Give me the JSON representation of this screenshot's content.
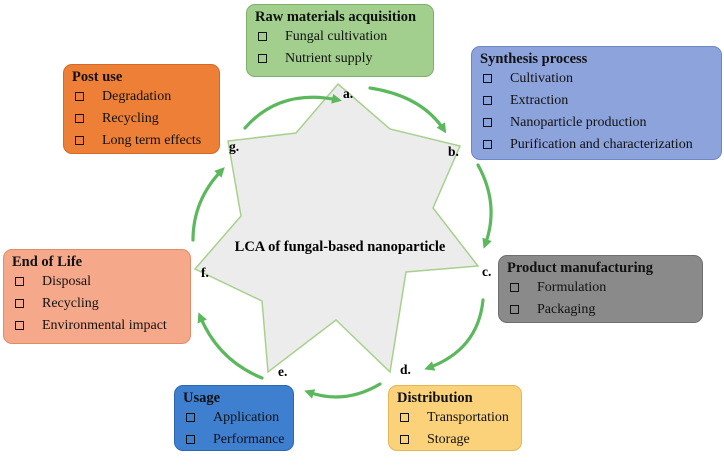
{
  "center_label": "LCA of fungal-based nanoparticle",
  "points": [
    "a.",
    "b.",
    "c.",
    "d.",
    "e.",
    "f.",
    "g."
  ],
  "stages": {
    "raw": {
      "title": "Raw materials acquisition",
      "items": [
        "Fungal cultivation",
        "Nutrient supply"
      ]
    },
    "synthesis": {
      "title": "Synthesis process",
      "items": [
        "Cultivation",
        "Extraction",
        "Nanoparticle production",
        "Purification and characterization"
      ]
    },
    "product": {
      "title": "Product manufacturing",
      "items": [
        "Formulation",
        "Packaging"
      ]
    },
    "distribution": {
      "title": "Distribution",
      "items": [
        "Transportation",
        "Storage"
      ]
    },
    "usage": {
      "title": "Usage",
      "items": [
        "Application",
        "Performance"
      ]
    },
    "end_of_life": {
      "title": "End of Life",
      "items": [
        "Disposal",
        "Recycling",
        "Environmental impact"
      ]
    },
    "post_use": {
      "title": "Post use",
      "items": [
        "Degradation",
        "Recycling",
        "Long term effects"
      ]
    }
  },
  "colors": {
    "arrow": "#5cb85c",
    "star_fill": "#ececec",
    "star_stroke": "#a8d08d"
  }
}
